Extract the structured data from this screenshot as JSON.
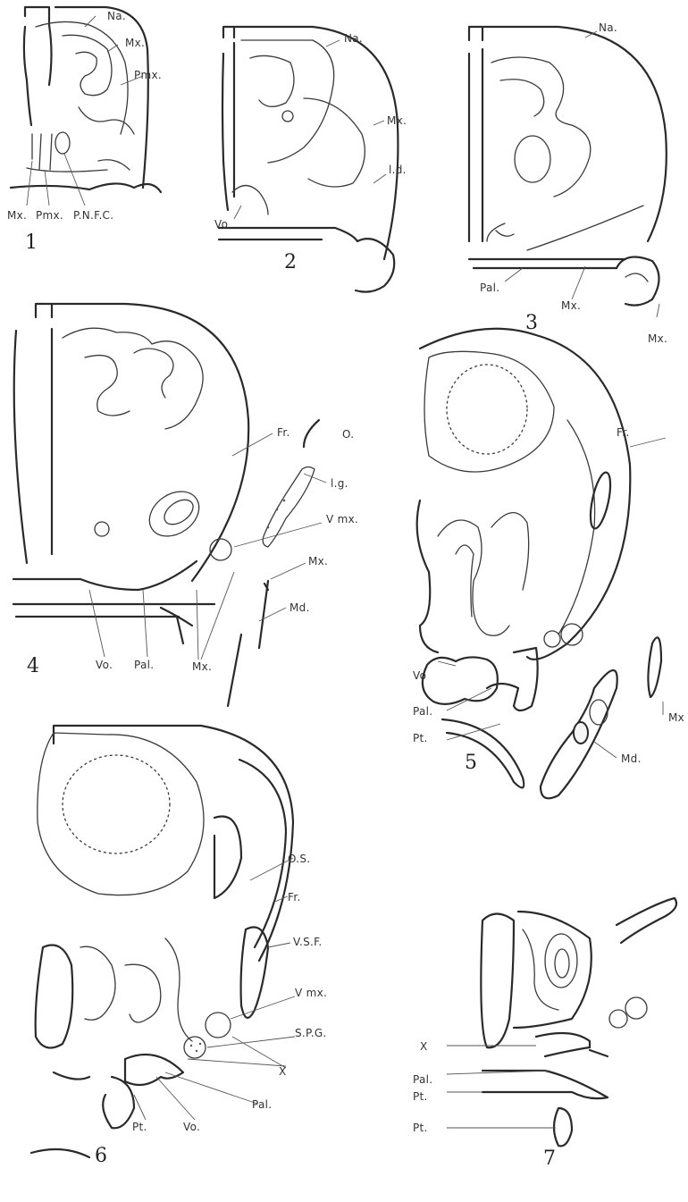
{
  "figures": [
    {
      "number": "1",
      "labels": [
        "Na.",
        "Mx.",
        "Pmx.",
        "Mx.",
        "Pmx.",
        "P.N.F.C."
      ]
    },
    {
      "number": "2",
      "labels": [
        "Na.",
        "Mx.",
        "l.d.",
        "Vo"
      ]
    },
    {
      "number": "3",
      "labels": [
        "Na.",
        "Pal.",
        "Mx.",
        "Mx."
      ]
    },
    {
      "number": "4",
      "labels": [
        "Fr.",
        "O.",
        "l.g.",
        "V mx.",
        "Mx.",
        "Md.",
        "Vo.",
        "Pal.",
        "Mx."
      ]
    },
    {
      "number": "5",
      "labels": [
        "Fr.",
        "Vo",
        "Pal.",
        "Pt.",
        "Md.",
        "Mx"
      ]
    },
    {
      "number": "6",
      "labels": [
        "O.S.",
        "Fr.",
        "V.S.F.",
        "V mx.",
        "S.P.G.",
        "X",
        "Pal.",
        "Pt.",
        "Vo."
      ]
    },
    {
      "number": "7",
      "labels": [
        "X",
        "Pal.",
        "Pt.",
        "Pt."
      ]
    }
  ]
}
